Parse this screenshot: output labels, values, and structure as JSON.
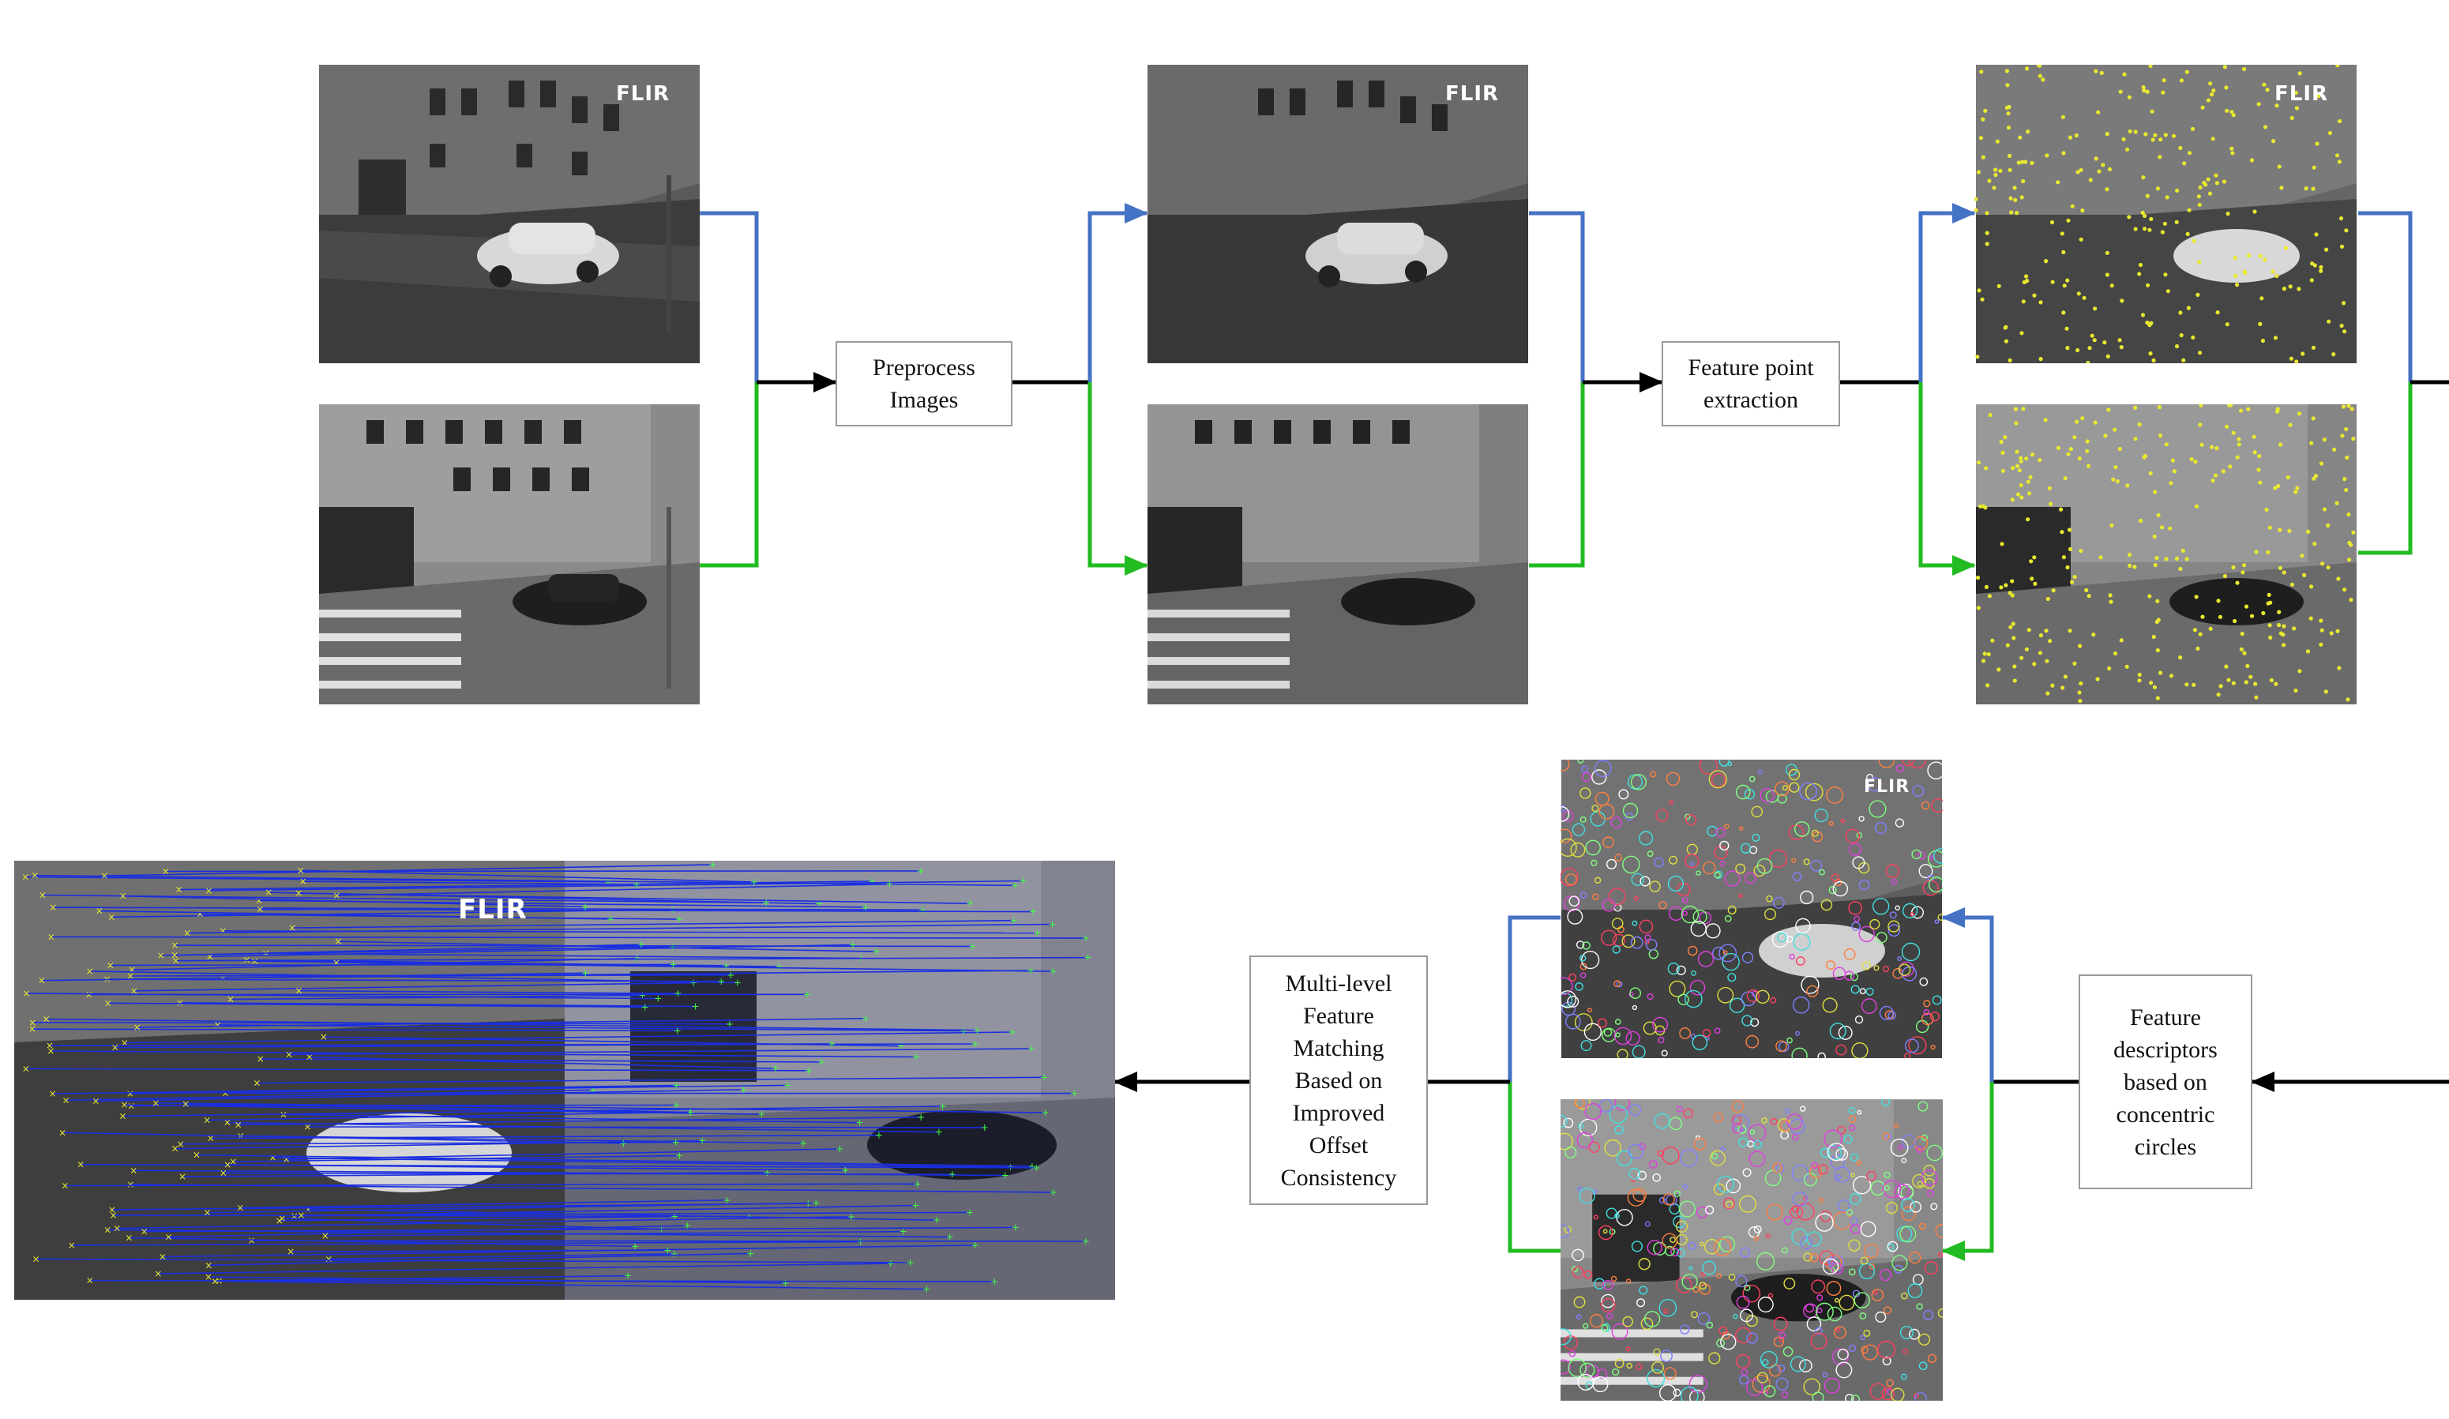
{
  "steps": {
    "preprocess": "Preprocess\nImages",
    "feature_point": "Feature point\nextraction",
    "descriptors": "Feature\ndescriptors\nbased on\nconcentric\ncircles",
    "matching": "Multi-level\nFeature\nMatching\nBased on\nImproved\nOffset\nConsistency"
  },
  "logo_text": "FLIR",
  "colors": {
    "infrared_path": "#4472c4",
    "visible_path": "#22bb22",
    "main_flow": "#000000",
    "feature_points": "#e8e830",
    "match_lines": "#1a2ee0"
  }
}
